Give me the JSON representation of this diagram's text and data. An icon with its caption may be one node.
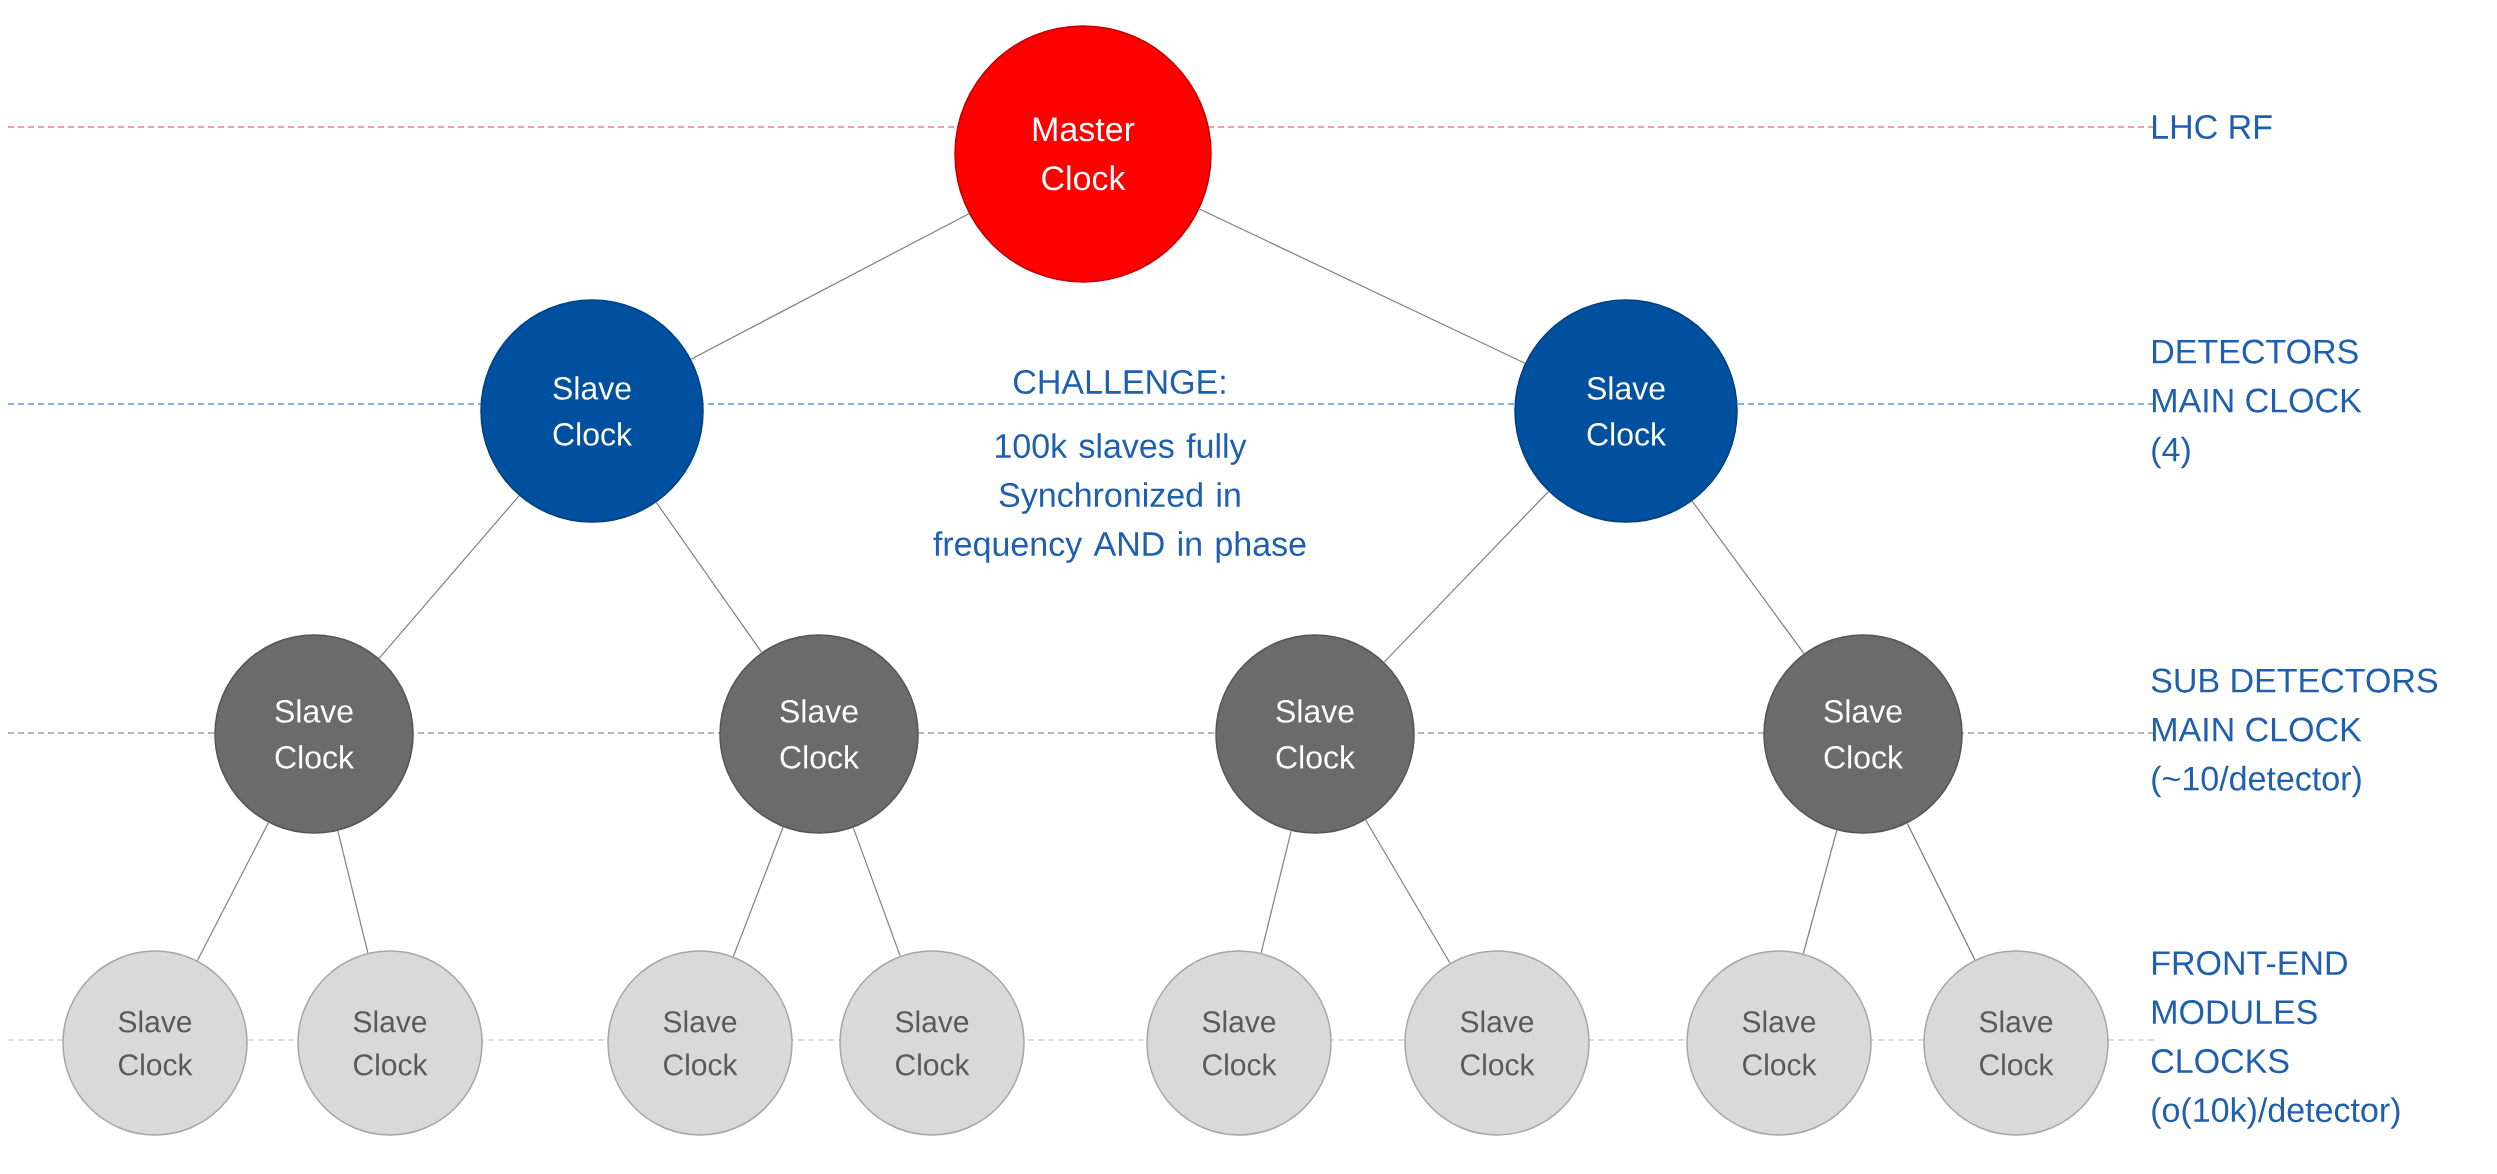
{
  "diagram": {
    "nodes": [
      {
        "text": [
          "Master Clock"
        ]
      },
      {
        "text": [
          "Slave Clock"
        ]
      },
      {
        "text": [
          "Slave Clock"
        ]
      },
      {
        "text": [
          "Slave Clock"
        ]
      },
      {
        "text": [
          "Slave Clock"
        ]
      },
      {
        "text": [
          "Slave Clock"
        ]
      },
      {
        "text": [
          "Slave Clock"
        ]
      },
      {
        "text": [
          "Slave Clock"
        ]
      },
      {
        "text": [
          "Slave Clock"
        ]
      },
      {
        "text": [
          "Slave Clock"
        ]
      },
      {
        "text": [
          "Slave Clock"
        ]
      },
      {
        "text": [
          "Slave Clock"
        ]
      },
      {
        "text": [
          "Slave Clock"
        ]
      },
      {
        "text": [
          "Slave Clock"
        ]
      },
      {
        "text": [
          "Slave Clock"
        ]
      }
    ],
    "edges": [
      {
        "from": 0,
        "to": 1,
        "arrow": "none"
      },
      {
        "from": 0,
        "to": 2,
        "arrow": "none"
      },
      {
        "from": 1,
        "to": 3,
        "arrow": "none"
      },
      {
        "from": 1,
        "to": 4,
        "arrow": "none"
      },
      {
        "from": 2,
        "to": 5,
        "arrow": "none"
      },
      {
        "from": 2,
        "to": 6,
        "arrow": "none"
      },
      {
        "from": 3,
        "to": 7,
        "arrow": "none"
      },
      {
        "from": 3,
        "to": 8,
        "arrow": "none"
      },
      {
        "from": 4,
        "to": 9,
        "arrow": "none"
      },
      {
        "from": 4,
        "to": 10,
        "arrow": "none"
      },
      {
        "from": 5,
        "to": 11,
        "arrow": "none"
      },
      {
        "from": 5,
        "to": 12,
        "arrow": "none"
      },
      {
        "from": 6,
        "to": 13,
        "arrow": "none"
      },
      {
        "from": 6,
        "to": 14,
        "arrow": "none"
      }
    ],
    "labels": [
      "LHC RF",
      "DETECTORS MAIN CLOCK (4)",
      "CHALLENGE:",
      "100k slaves fully Synchronized in frequency AND in phase",
      "SUB DETECTORS MAIN CLOCK (~10/detector)",
      "FRONT-END MODULES CLOCKS (o(10k)/detector)"
    ]
  }
}
